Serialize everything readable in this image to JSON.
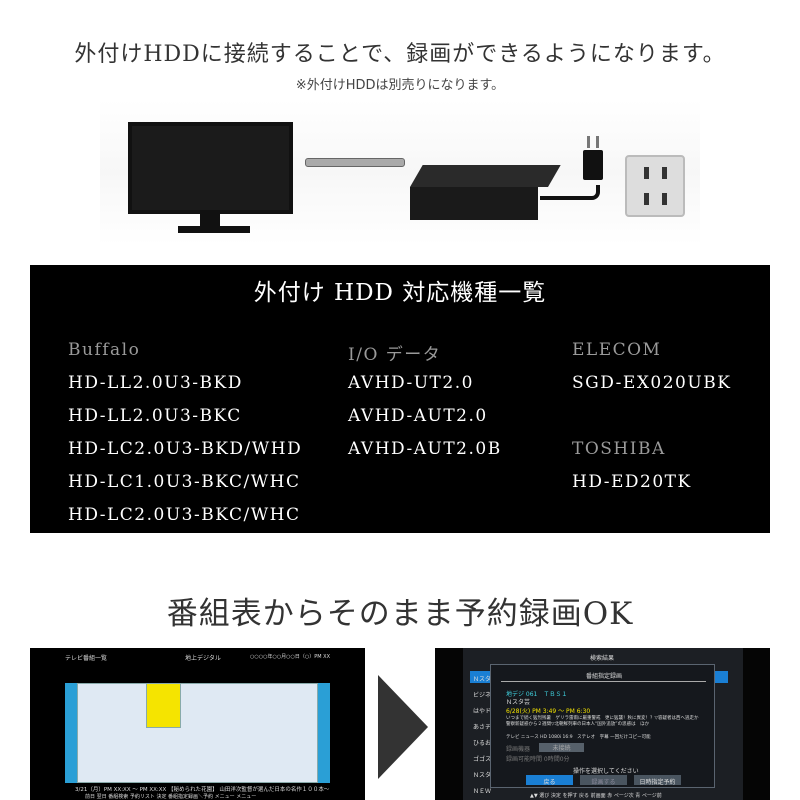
{
  "header": {
    "title": "外付けHDDに接続することで、録画ができるようになります。",
    "note": "※外付けHDDは別売りになります。"
  },
  "illustration": {
    "icons": [
      "tv-monitor-icon",
      "usb-cable-icon",
      "external-hdd-icon",
      "power-plug-icon",
      "wall-outlet-icon"
    ]
  },
  "compat": {
    "title": "外付け HDD 対応機種一覧",
    "columns": [
      {
        "groups": [
          {
            "brand": "Buffalo",
            "models": [
              "HD-LL2.0U3-BKD",
              "HD-LL2.0U3-BKC",
              "HD-LC2.0U3-BKD/WHD",
              "HD-LC1.0U3-BKC/WHC",
              "HD-LC2.0U3-BKC/WHC"
            ]
          }
        ]
      },
      {
        "groups": [
          {
            "brand": "I/O データ",
            "models": [
              "AVHD-UT2.0",
              "AVHD-AUT2.0",
              "AVHD-AUT2.0B"
            ]
          }
        ]
      },
      {
        "groups": [
          {
            "brand": "ELECOM",
            "models": [
              "SGD-EX020UBK"
            ]
          },
          {
            "brand": "TOSHIBA",
            "models": [
              "HD-ED20TK"
            ]
          }
        ]
      }
    ]
  },
  "feature": {
    "title": "番組表からそのまま予約録画OK"
  },
  "epg": {
    "header_left": "テレビ番組一覧",
    "header_center": "地上デジタル",
    "header_right": "○○○○年○○月○○日（○）PM XX",
    "footer_info": "3/21（月）PM XX:XX ～ PM XX:XX 【秘められた花園】 山田洋次監督が選んだ日本の名作１００本～",
    "footer_buttons": [
      "前日",
      "翌日",
      "番組検索",
      "予約リスト",
      "決定 番組指定録画＼予約",
      "メニュー メニュー"
    ],
    "highlight_color": "#f5e400"
  },
  "dialog": {
    "screen_title": "検索結果",
    "title": "番組指定録画",
    "channel": "地デジ 061　ＴＢＳ１",
    "program": "Ｎスタ芸",
    "time": "6/28(火) PM 3:49 ～ PM 6:30",
    "description": "いつまで続く猛烈残暑　ゲリラ雷雨に厳重警戒　更に猛襲！秋に異変！？▽容疑者は西へ逃走か　警察新疑惑から２週間▽北朝鮮列車の日本人“国外追放”の思惑は　ほか",
    "meta": "テレビ ニュース HD 1080i 16:9　ステレオ　字幕 一回だけコピー可能",
    "device_label": "録画機器",
    "device_value": "未接続",
    "remaining": "録画可能時間 0時間0分",
    "prompt": "操作を選択してください",
    "buttons": [
      "戻る",
      "録画する",
      "日時指定予約"
    ],
    "list": [
      "Ｎスタ",
      "ビジネ",
      "はやド",
      "あさチ",
      "ひるお",
      "ゴゴス",
      "Ｎスタ",
      "ＮＥＷ"
    ],
    "footer": "▲▼ 選び 決定 を押す 戻る 前画面 赤 ページ次 青 ページ前",
    "accent_color": "#1a7fd4"
  }
}
